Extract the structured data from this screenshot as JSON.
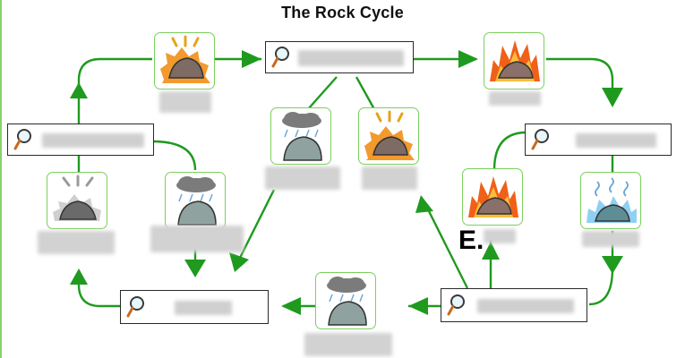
{
  "title": "The Rock Cycle",
  "e_label": "E.",
  "colors": {
    "arrow": "#1f9a1f",
    "card_border": "#7ccf5d",
    "left_edge": "#8ad06a"
  },
  "label_boxes": [
    "top-center",
    "left",
    "right",
    "bottom-left",
    "bottom-right"
  ],
  "cards": [
    "heat-pressure",
    "melting",
    "weathering",
    "heat-pressure",
    "cooling",
    "pressure",
    "weathering",
    "melting",
    "weathering"
  ]
}
